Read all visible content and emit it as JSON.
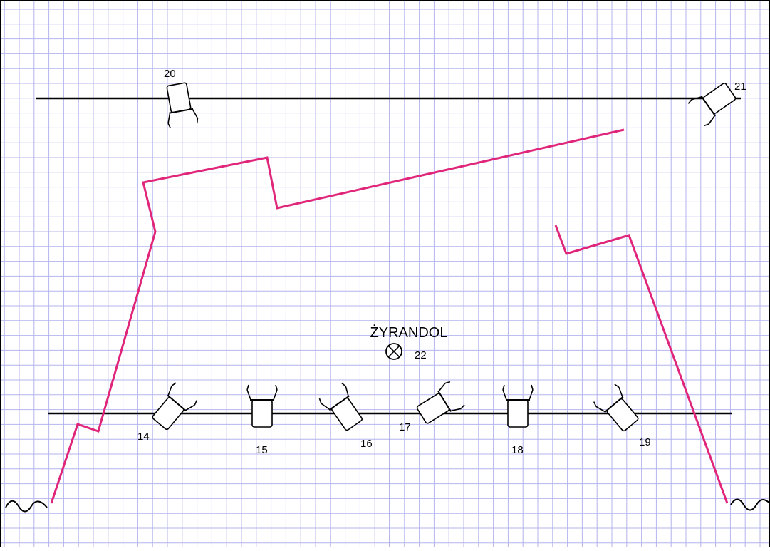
{
  "diagram": {
    "chandelier": {
      "label": "ŻYRANDOL",
      "number": "22",
      "icon": "crossed-circle-lamp-icon"
    },
    "fixtures": [
      {
        "number": "14",
        "icon": "spotlight-icon"
      },
      {
        "number": "15",
        "icon": "spotlight-icon"
      },
      {
        "number": "16",
        "icon": "spotlight-icon"
      },
      {
        "number": "17",
        "icon": "spotlight-icon"
      },
      {
        "number": "18",
        "icon": "spotlight-icon"
      },
      {
        "number": "19",
        "icon": "spotlight-icon"
      },
      {
        "number": "20",
        "icon": "spotlight-icon"
      },
      {
        "number": "21",
        "icon": "spotlight-icon"
      }
    ]
  },
  "colors": {
    "grid": "#b4b4ee",
    "grid_center": "#9b9bdf",
    "pipe": "#000000",
    "outline": "#e0267a",
    "background": "#ffffff"
  }
}
